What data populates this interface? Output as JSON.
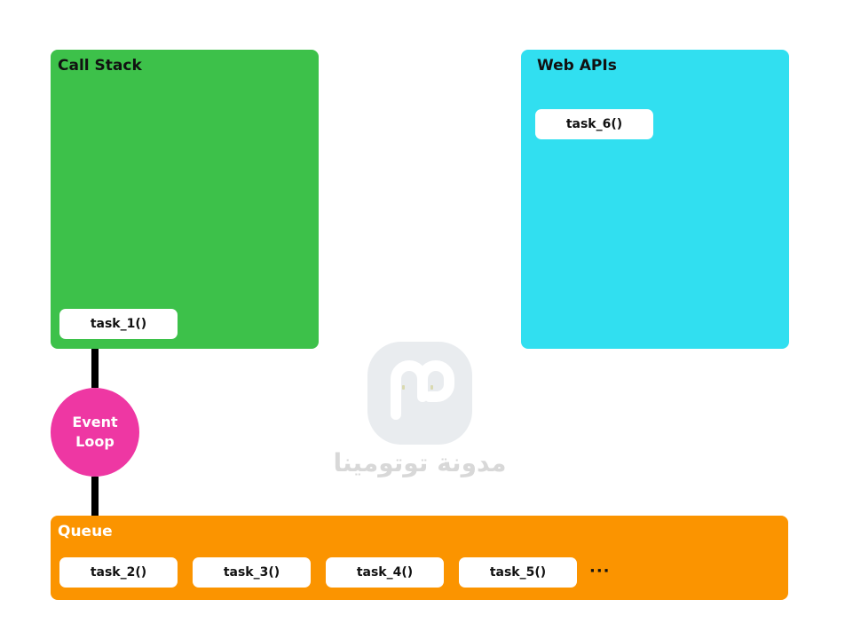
{
  "call_stack": {
    "title": "Call Stack",
    "tasks": [
      "task_1()"
    ]
  },
  "web_apis": {
    "title": "Web APIs",
    "tasks": [
      "task_6()"
    ]
  },
  "event_loop": {
    "label": "Event\nLoop"
  },
  "queue": {
    "title": "Queue",
    "tasks": [
      "task_2()",
      "task_3()",
      "task_4()",
      "task_5()"
    ],
    "ellipsis": "···"
  },
  "watermark": {
    "text": "مدونة توتومينا"
  },
  "colors": {
    "call_stack": "#3dc14a",
    "web_apis": "#31dff0",
    "queue": "#fb9400",
    "event_loop": "#ee37a3",
    "connector": "#000000"
  }
}
